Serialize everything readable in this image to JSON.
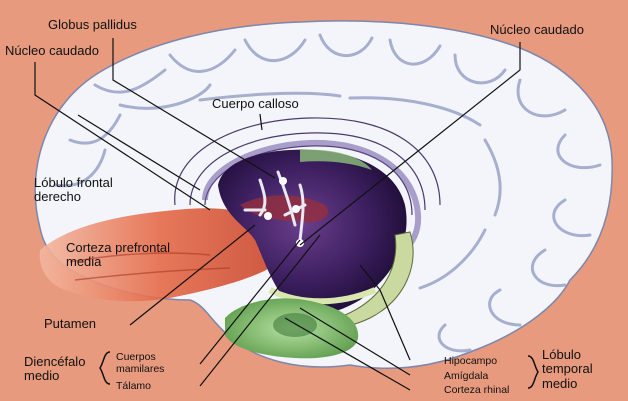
{
  "labels": {
    "globus_pallidus": "Globus pallidus",
    "nucleo_caudado_left": "Núcleo caudado",
    "nucleo_caudado_right": "Núcleo caudado",
    "cuerpo_calloso": "Cuerpo calloso",
    "lobulo_frontal": "Lóbulo frontal derecho",
    "corteza_prefrontal": "Corteza prefrontal media",
    "putamen": "Putamen",
    "diencefalo": "Diencéfalo medio",
    "cuerpos_mamilares": "Cuerpos mamilares",
    "talamo": "Tálamo",
    "hipocampo": "Hipocampo",
    "amigdala": "Amígdala",
    "corteza_rhinal": "Corteza rhinal",
    "lobulo_temporal": "Lóbulo temporal medio"
  },
  "colors": {
    "background": "#e79a7e",
    "brain_white": "#f4f6fb",
    "gyri_shadow": "#9aa3c4",
    "prefrontal": "#e0603f",
    "thalamus_purple": "#3a1d5e",
    "limbic_green": "#7fb86a",
    "leader_lines": "#111111"
  }
}
